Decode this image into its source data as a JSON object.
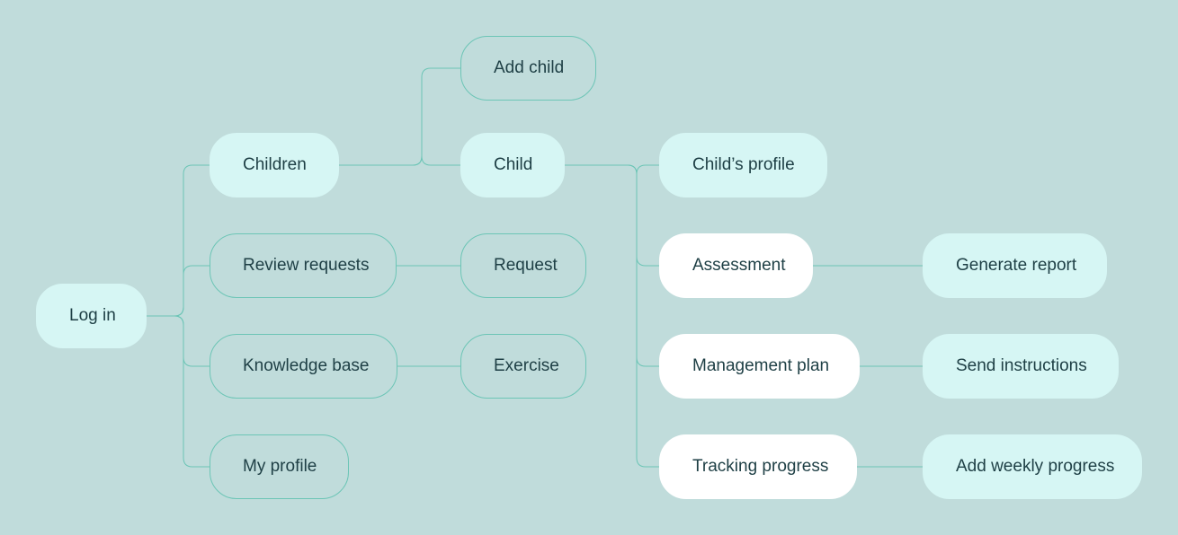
{
  "colors": {
    "background": "#c0dcdb",
    "node_filled": "#d6f6f4",
    "node_white": "#ffffff",
    "connector": "#6cc5b6",
    "text": "#1e3f45"
  },
  "nodes": {
    "login": "Log in",
    "children": "Children",
    "review_requests": "Review requests",
    "knowledge_base": "Knowledge base",
    "my_profile": "My profile",
    "add_child": "Add child",
    "child": "Child",
    "request": "Request",
    "exercise": "Exercise",
    "childs_profile": "Child’s profile",
    "assessment": "Assessment",
    "management_plan": "Management plan",
    "tracking_progress": "Tracking progress",
    "generate_report": "Generate report",
    "send_instructions": "Send instructions",
    "add_weekly_progress": "Add weekly progress"
  }
}
